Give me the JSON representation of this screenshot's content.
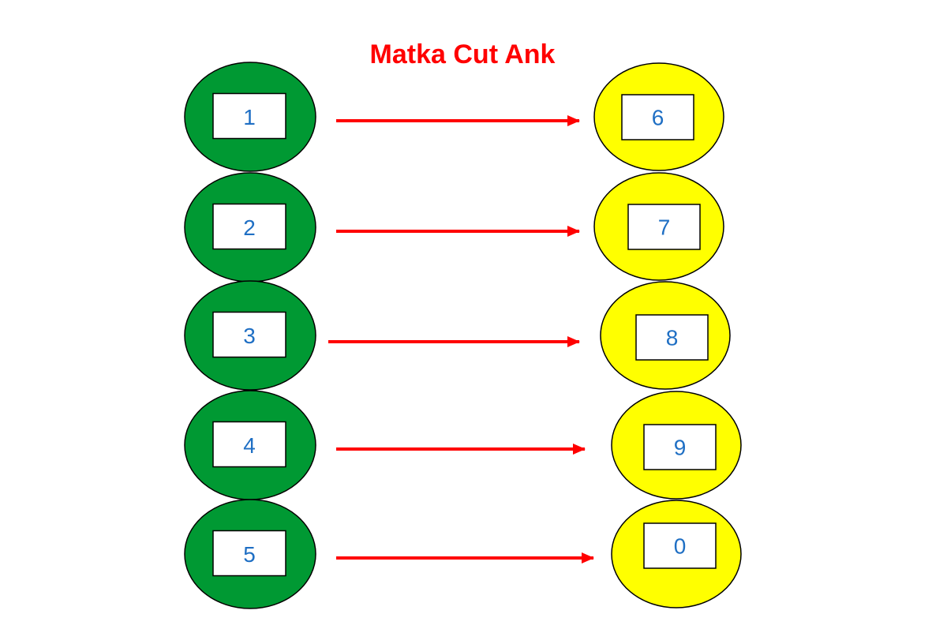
{
  "title": "Matka Cut Ank",
  "colors": {
    "title": "#ff0000",
    "left_fill": "#009933",
    "right_fill": "#ffff00",
    "outline": "#000000",
    "box_fill": "#ffffff",
    "digit": "#1f6fc4",
    "arrow": "#ff0000"
  },
  "pairs": [
    {
      "from": "1",
      "to": "6"
    },
    {
      "from": "2",
      "to": "7"
    },
    {
      "from": "3",
      "to": "8"
    },
    {
      "from": "4",
      "to": "9"
    },
    {
      "from": "5",
      "to": "0"
    }
  ]
}
